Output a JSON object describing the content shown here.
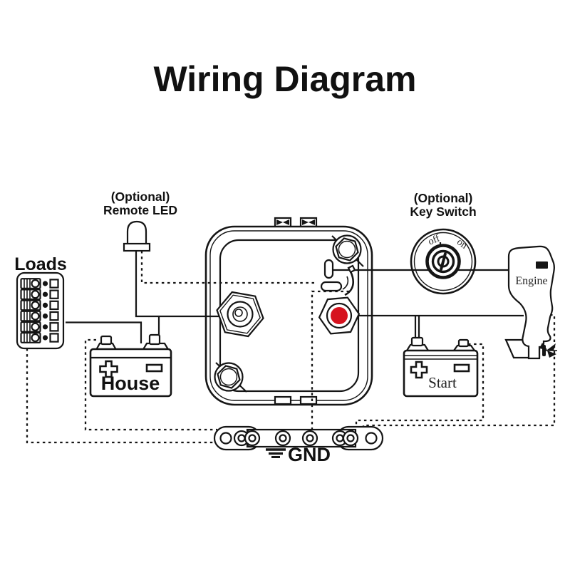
{
  "title": "Wiring Diagram",
  "colors": {
    "line": "#151515",
    "red_terminal": "#d6131f",
    "key_switch_fill": "#e9e9e5"
  },
  "components": {
    "remote_led": {
      "label_line1": "(Optional)",
      "label_line2": "Remote LED"
    },
    "key_switch": {
      "label_line1": "(Optional)",
      "label_line2": "Key Switch",
      "off": "off",
      "on": "on"
    },
    "loads": {
      "label": "Loads",
      "fuse_count": 6
    },
    "house_battery": {
      "label": "House"
    },
    "start_battery": {
      "label": "Start"
    },
    "engine": {
      "label": "Engine"
    },
    "ground": {
      "label": "GND"
    }
  }
}
